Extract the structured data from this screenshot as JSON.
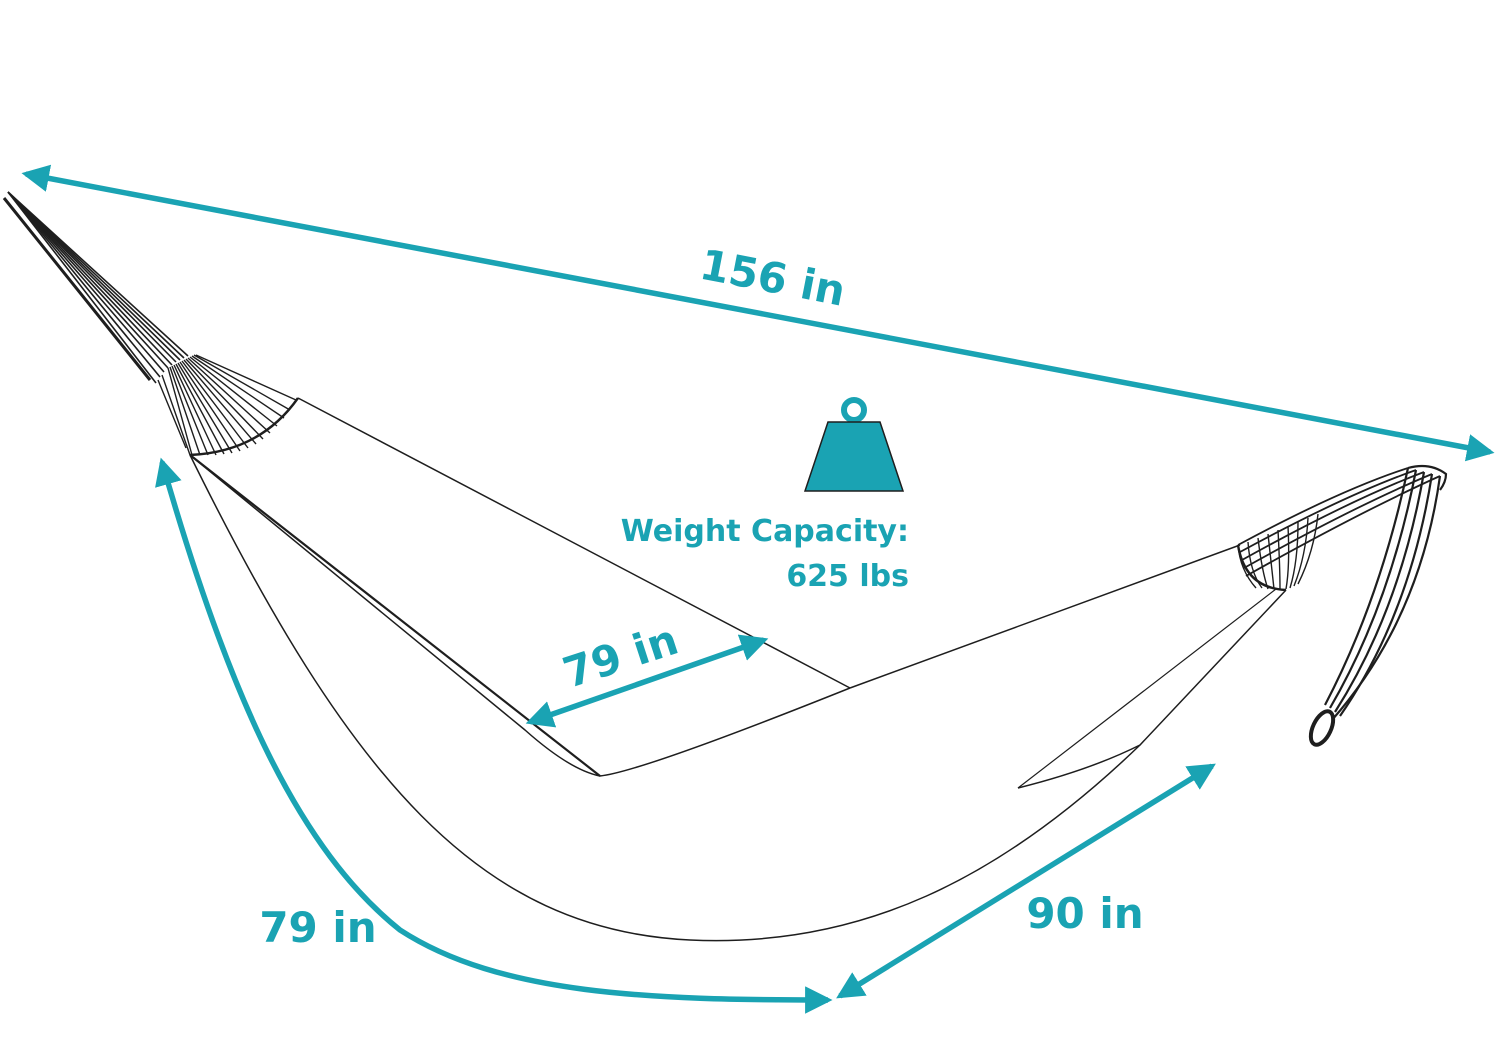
{
  "colors": {
    "accent": "#1aa3b3",
    "ink": "#1e1e1e",
    "background": "#ffffff"
  },
  "dimensions": {
    "overall_length": "156 in",
    "bed_width": "79 in",
    "side_length": "79 in",
    "bed_length": "90 in"
  },
  "capacity": {
    "icon": "weight-icon",
    "label": "Weight Capacity:",
    "value": "625 lbs"
  }
}
